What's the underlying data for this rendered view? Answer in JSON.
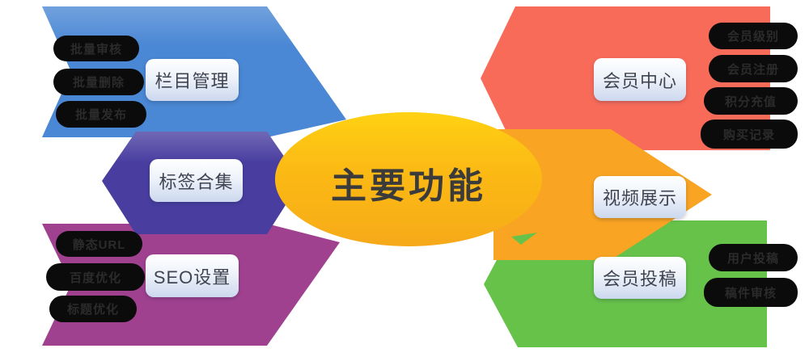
{
  "diagram": {
    "type": "mindmap",
    "center": {
      "label": "主要功能",
      "color": "#f9b115",
      "text_color": "#3b3b3b"
    },
    "branches": [
      {
        "id": "column-management",
        "label": "栏目管理",
        "color": "#4a87d4",
        "side": "left",
        "children": [
          "批量审核",
          "批量删除",
          "批量发布"
        ]
      },
      {
        "id": "tag-collection",
        "label": "标签合集",
        "color": "#493ea0",
        "side": "left",
        "children": []
      },
      {
        "id": "seo-settings",
        "label": "SEO设置",
        "color": "#a0418f",
        "side": "left",
        "children": [
          "静态URL",
          "百度优化",
          "标题优化"
        ]
      },
      {
        "id": "member-center",
        "label": "会员中心",
        "color": "#f96b59",
        "side": "right",
        "children": [
          "会员级别",
          "会员注册",
          "积分充值",
          "购买记录"
        ]
      },
      {
        "id": "video-display",
        "label": "视频展示",
        "color": "#f9a422",
        "side": "right",
        "children": []
      },
      {
        "id": "member-submission",
        "label": "会员投稿",
        "color": "#67c24a",
        "side": "right",
        "children": [
          "用户投稿",
          "稿件审核"
        ]
      }
    ],
    "leaf_style": {
      "background": "#0b0b0b",
      "text_color": "#2b2b2b"
    },
    "node_box_style": {
      "background_top": "#ffffff",
      "background_bottom": "#ccd8ee",
      "text_color": "#3e4451"
    }
  }
}
